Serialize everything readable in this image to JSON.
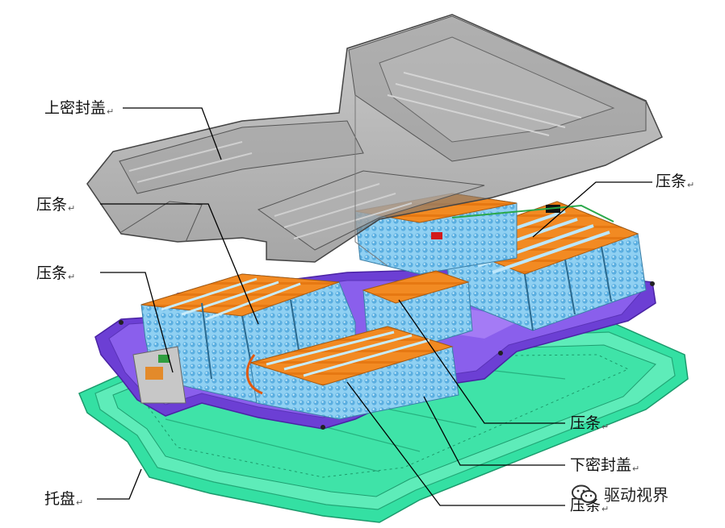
{
  "labels": {
    "upper_cover": "上密封盖",
    "bar_right_top": "压条",
    "bar_left_1": "压条",
    "bar_left_2": "压条",
    "bar_right_mid": "压条",
    "lower_cover": "下密封盖",
    "bar_right_bottom": "压条",
    "tray": "托盘"
  },
  "return_mark": "↵",
  "watermark": {
    "text": "驱动视界",
    "icon": "wechat-icon"
  },
  "colors": {
    "upper_cover": "#8f8f8f",
    "lower_cover": "#6a3fd0",
    "tray": "#35e3a7",
    "cell_blue": "#7ec8ee",
    "cell_orange": "#f08a24",
    "leader_line": "#000000"
  }
}
